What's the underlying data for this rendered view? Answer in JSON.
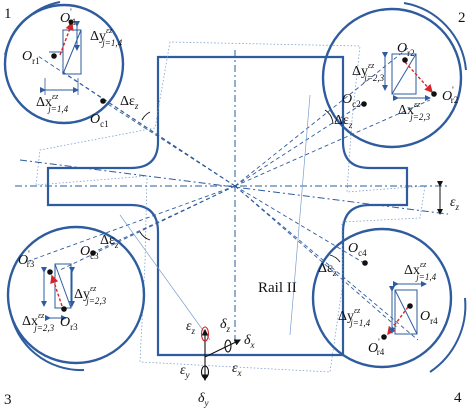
{
  "circle_numbers": [
    "1",
    "2",
    "3",
    "4"
  ],
  "rail_label": "Rail II",
  "labels": {
    "c1": {
      "or": "O",
      "or_sub": "r1",
      "orp": "O",
      "orp_sup": "'",
      "orp_sub": "r1",
      "oc": "O",
      "oc_sub": "c1",
      "dy": "Δy",
      "dy_sup": "εz",
      "dy_sub": "j=1,4",
      "dx": "Δx",
      "dx_sup": "εz",
      "dx_sub": "j=1,4",
      "de": "Δε",
      "de_sub": "z"
    },
    "c2": {
      "or": "O",
      "or_sub": "r2",
      "orp": "O",
      "orp_sup": "'",
      "orp_sub": "r2",
      "oc": "O",
      "oc_sub": "c2",
      "dy": "Δy",
      "dy_sup": "εz",
      "dy_sub": "j=2,3",
      "dx": "Δx",
      "dx_sup": "εz",
      "dx_sub": "j=2,3",
      "de": "Δε",
      "de_sub": "z"
    },
    "c3": {
      "or": "O",
      "or_sub": "r3",
      "orp": "O",
      "orp_sup": "'",
      "orp_sub": "r3",
      "oc": "O",
      "oc_sub": "c3",
      "dy": "Δy",
      "dy_sup": "εz",
      "dy_sub": "j=2,3",
      "dx": "Δx",
      "dx_sup": "εz",
      "dx_sub": "j=2,3",
      "de": "Δε",
      "de_sub": "z"
    },
    "c4": {
      "or": "O",
      "or_sub": "r4",
      "orp": "O",
      "orp_sup": "'",
      "orp_sub": "r4",
      "oc": "O",
      "oc_sub": "c4",
      "dy": "Δy",
      "dy_sup": "εz",
      "dy_sub": "j=1,4",
      "dx": "Δx",
      "dx_sup": "εz",
      "dx_sub": "j=1,4",
      "de": "Δε",
      "de_sub": "z"
    }
  },
  "epsilon_right": {
    "sym": "ε",
    "sub": "z"
  },
  "axes": {
    "ez": {
      "sym": "ε",
      "sub": "z"
    },
    "dz": {
      "sym": "δ",
      "sub": "z"
    },
    "dx": {
      "sym": "δ",
      "sub": "x"
    },
    "ex": {
      "sym": "ε",
      "sub": "x"
    },
    "ey": {
      "sym": "ε",
      "sub": "y"
    },
    "dy": {
      "sym": "δ",
      "sub": "y"
    }
  },
  "colors": {
    "blue": "#2e5c9e",
    "light_blue": "#7c9fcf",
    "red": "#d4252a",
    "black": "#111111"
  }
}
